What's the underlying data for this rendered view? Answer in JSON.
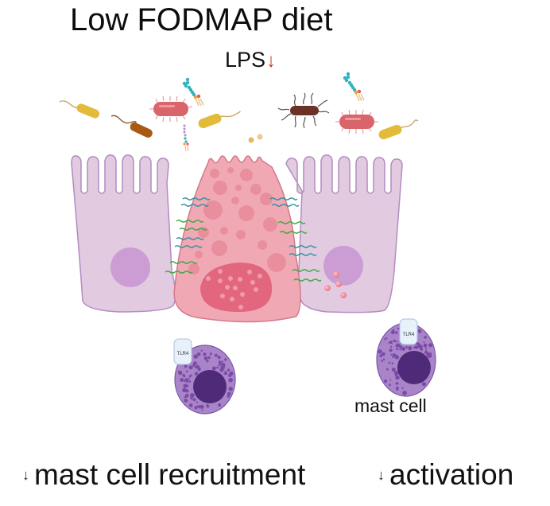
{
  "figure": {
    "title": "Low FODMAP diet",
    "lps": {
      "label": "LPS",
      "arrow": "↓",
      "direction": "decrease",
      "arrow_color": "#c8322b"
    },
    "mast_cell_label": "mast cell",
    "receptor_label": "TLR4",
    "outcomes": [
      {
        "arrow": "↓",
        "text": "mast cell recruitment"
      },
      {
        "arrow": "↓",
        "text": "activation"
      }
    ]
  },
  "elements": {
    "bacteria": [
      {
        "type": "rod-flagellated",
        "color": "#e2bb3b"
      },
      {
        "type": "rod-flagellated",
        "color": "#a85a14"
      },
      {
        "type": "rod-fimbriated",
        "color": "#d9646a"
      },
      {
        "type": "rod-flagellated",
        "color": "#e2bb3b"
      },
      {
        "type": "peritrichous",
        "color": "#6b3228"
      },
      {
        "type": "rod-fimbriated",
        "color": "#d9646a"
      },
      {
        "type": "rod-flagellated",
        "color": "#e2bb3b"
      }
    ],
    "lps_molecules": 3,
    "epithelial_cells": [
      {
        "role": "enterocyte",
        "color": "#e2cbe0"
      },
      {
        "role": "goblet/secretory",
        "color": "#f0a9b4"
      },
      {
        "role": "enterocyte",
        "color": "#e2cbe0"
      }
    ],
    "tight_junction_colors": [
      "#2f8fa0",
      "#3aa83c"
    ],
    "mast_cells": 2,
    "colors": {
      "mast_cell_body": "#a884c8",
      "mast_cell_nucleus": "#4f2a78",
      "granule": "#7a4aa6",
      "nucleus_epithelial": "#cc9dd4",
      "goblet_nucleus": "#e2667e"
    }
  }
}
